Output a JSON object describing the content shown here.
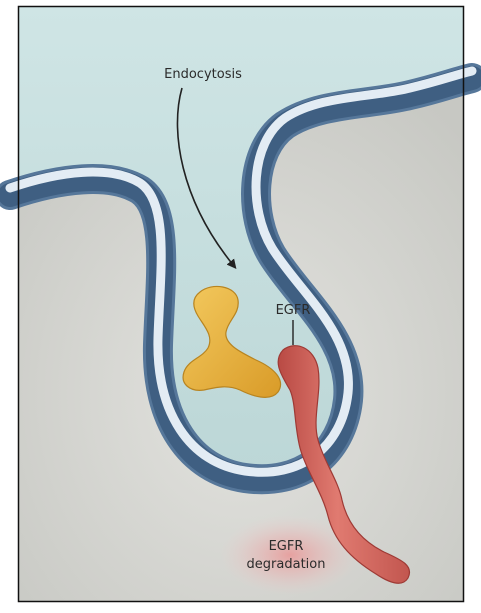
{
  "labels": {
    "endocytosis": "Endocytosis",
    "receptor": "EGFR",
    "degradation_line1": "EGFR",
    "degradation_line2": "degradation"
  },
  "colors": {
    "extracellular": "#c4dede",
    "cytoplasm": "#d6d6d1",
    "membrane_outer": "#56779a",
    "membrane_inner": "#dfe8f2",
    "ligand": "#e9b541",
    "receptor": "#d2645c",
    "degradation_glow": "#e98f8f",
    "frame": "#111111"
  },
  "icons": {
    "arrow": "curved-arrow-icon"
  }
}
